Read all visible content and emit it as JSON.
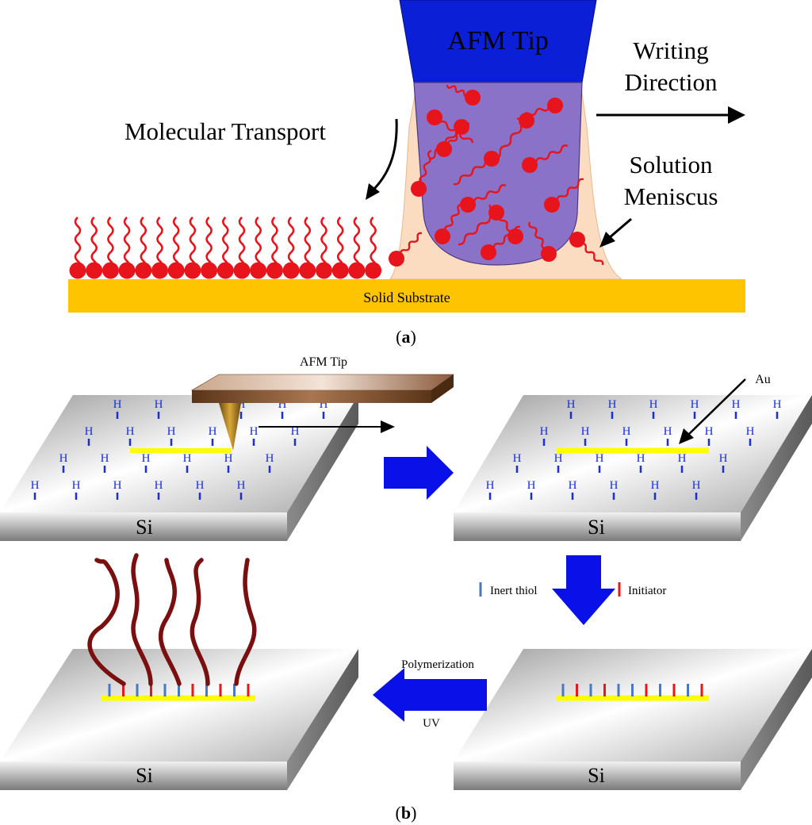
{
  "panel_a": {
    "label_open": "(",
    "label_letter": "a",
    "label_close": ")",
    "afm_tip": "AFM Tip",
    "writing_direction": [
      "Writing",
      "Direction"
    ],
    "molecular_transport": "Molecular Transport",
    "solution_meniscus": [
      "Solution",
      "Meniscus"
    ],
    "substrate": "Solid Substrate",
    "colors": {
      "tip": "#0b1fd6",
      "drop": "#8b72c9",
      "meniscus": "#fcdcc0",
      "molecule": "#e8141c",
      "substrate": "#ffc400"
    }
  },
  "panel_b": {
    "label_open": "(",
    "label_letter": "b",
    "label_close": ")",
    "afm_tip": "AFM Tip",
    "hydrogen": "H",
    "gold": "Au",
    "substrate": "Si",
    "legend_inert": "Inert thiol",
    "legend_initiator": "Initiator",
    "polymerization": "Polymerization",
    "uv": "UV",
    "colors": {
      "arrow": "#0a10e8",
      "line": "#ffff00",
      "hydrogen": "#1a2fd8",
      "inert": "#4a78c8",
      "initiator": "#e51919",
      "polymer": "#7a0f0f",
      "tip": "#8b5a3c"
    }
  }
}
